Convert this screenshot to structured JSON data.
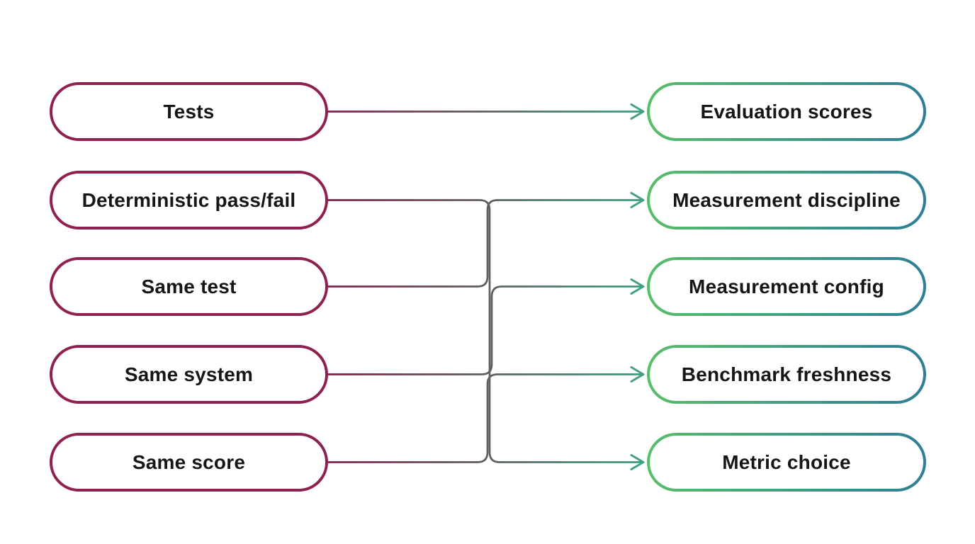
{
  "diagram": {
    "left_column": [
      {
        "id": "tests",
        "label": "Tests"
      },
      {
        "id": "deterministic-pass-fail",
        "label": "Deterministic pass/fail"
      },
      {
        "id": "same-test",
        "label": "Same test"
      },
      {
        "id": "same-system",
        "label": "Same system"
      },
      {
        "id": "same-score",
        "label": "Same score"
      }
    ],
    "right_column": [
      {
        "id": "evaluation-scores",
        "label": "Evaluation scores"
      },
      {
        "id": "measurement-discipline",
        "label": "Measurement discipline"
      },
      {
        "id": "measurement-config",
        "label": "Measurement config"
      },
      {
        "id": "benchmark-freshness",
        "label": "Benchmark freshness"
      },
      {
        "id": "metric-choice",
        "label": "Metric choice"
      }
    ],
    "edges": [
      {
        "from": "tests",
        "to": "evaluation-scores"
      },
      {
        "from": "deterministic-pass-fail",
        "to": "metric-choice"
      },
      {
        "from": "same-test",
        "to": "measurement-discipline"
      },
      {
        "from": "same-system",
        "to": "measurement-config"
      },
      {
        "from": "same-score",
        "to": "benchmark-freshness"
      }
    ],
    "colors": {
      "background": "#ffffff",
      "left_node_border": "#8e2150",
      "right_node_border_start": "#57be69",
      "right_node_border_end": "#2e7e96",
      "edge_gradient_start": "#82204a",
      "edge_gradient_end": "#3b9e7e",
      "arrow_head": "#43a081",
      "text": "#161616"
    }
  }
}
